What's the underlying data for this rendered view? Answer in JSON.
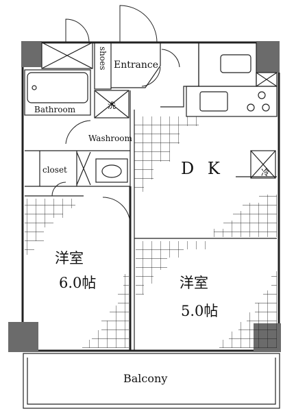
{
  "labels": {
    "shoes": "shoes",
    "entrance": "Entrance",
    "bathroom": "Bathroom",
    "washroom": "Washroom",
    "closet": "closet",
    "dk": "D K",
    "room1_name": "洋室",
    "room1_size": "6.0帖",
    "room2_name": "洋室",
    "room2_size": "5.0帖",
    "balcony": "Balcony",
    "washer_glyph": "洗",
    "fridge_glyph": "冷"
  }
}
